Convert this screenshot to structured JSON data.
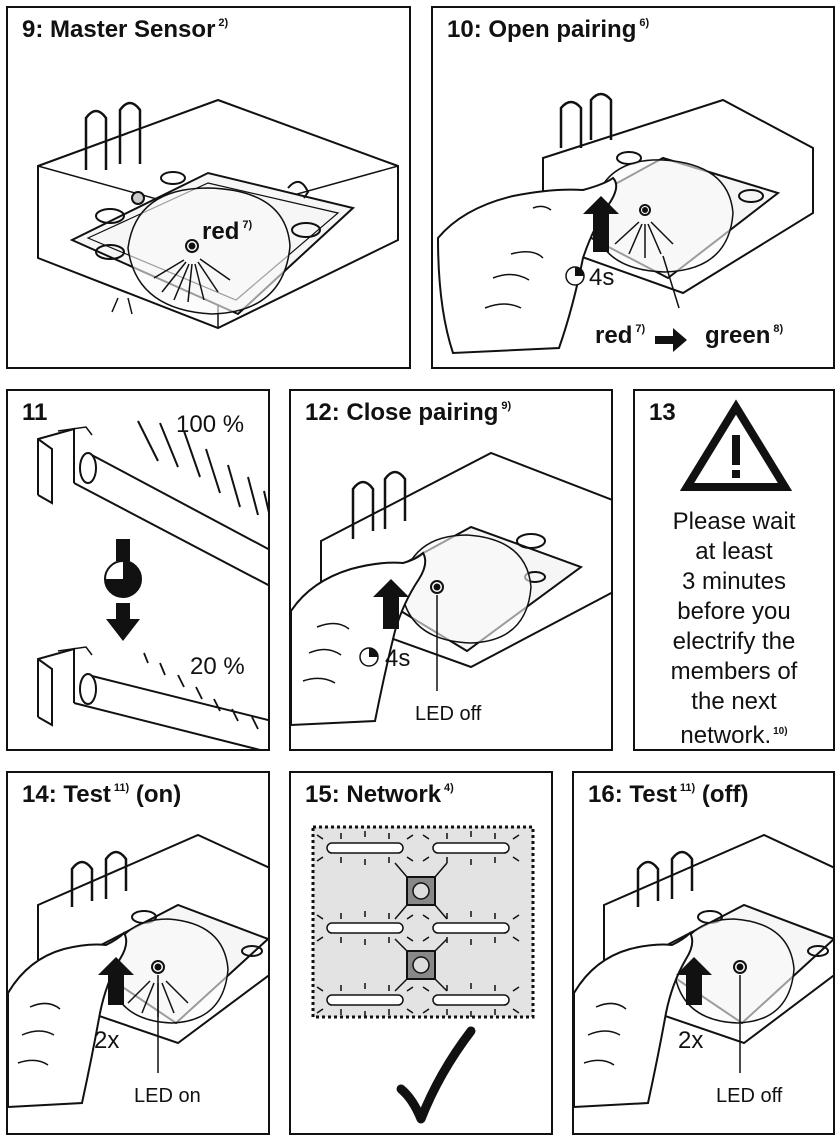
{
  "panels": {
    "p9": {
      "title": "9: Master Sensor",
      "note": "2)",
      "led": "red",
      "led_note": "7)"
    },
    "p10": {
      "title": "10: Open pairing",
      "note": "6)",
      "time": "4s",
      "from": "red",
      "from_note": "7)",
      "to": "green",
      "to_note": "8)"
    },
    "p11": {
      "title": "11",
      "level_high": "100 %",
      "level_low": "20 %"
    },
    "p12": {
      "title": "12: Close pairing",
      "note": "9)",
      "time": "4s",
      "led": "LED off"
    },
    "p13": {
      "title": "13",
      "lines": [
        "Please wait",
        "at least",
        "3 minutes",
        "before you",
        "electrify the",
        "members of",
        "the next",
        "network."
      ],
      "note": "10)"
    },
    "p14": {
      "title": "14: Test",
      "note": "11)",
      "suffix": "(on)",
      "count": "2x",
      "led": "LED on"
    },
    "p15": {
      "title": "15: Network",
      "note": "4)"
    },
    "p16": {
      "title": "16: Test",
      "note": "11)",
      "suffix": "(off)",
      "count": "2x",
      "led": "LED off"
    }
  }
}
